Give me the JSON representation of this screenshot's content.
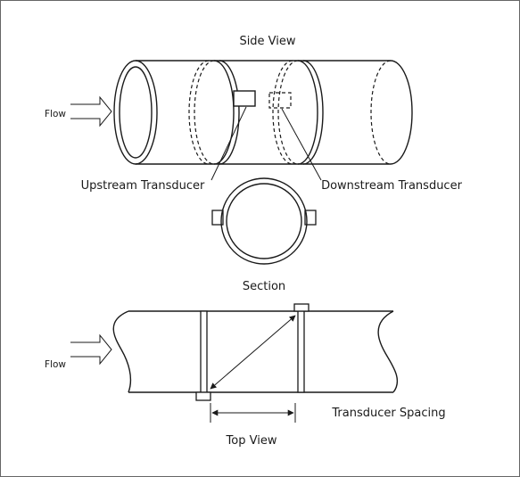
{
  "diagram": {
    "side_view_label": "Side View",
    "section_label": "Section",
    "top_view_label": "Top View",
    "flow_label_side": "Flow",
    "flow_label_top": "Flow",
    "upstream_label": "Upstream Transducer",
    "downstream_label": "Downstream Transducer",
    "spacing_label": "Transducer Spacing"
  },
  "colors": {
    "line": "#1a1a1a",
    "border": "#666666",
    "background": "#ffffff"
  }
}
